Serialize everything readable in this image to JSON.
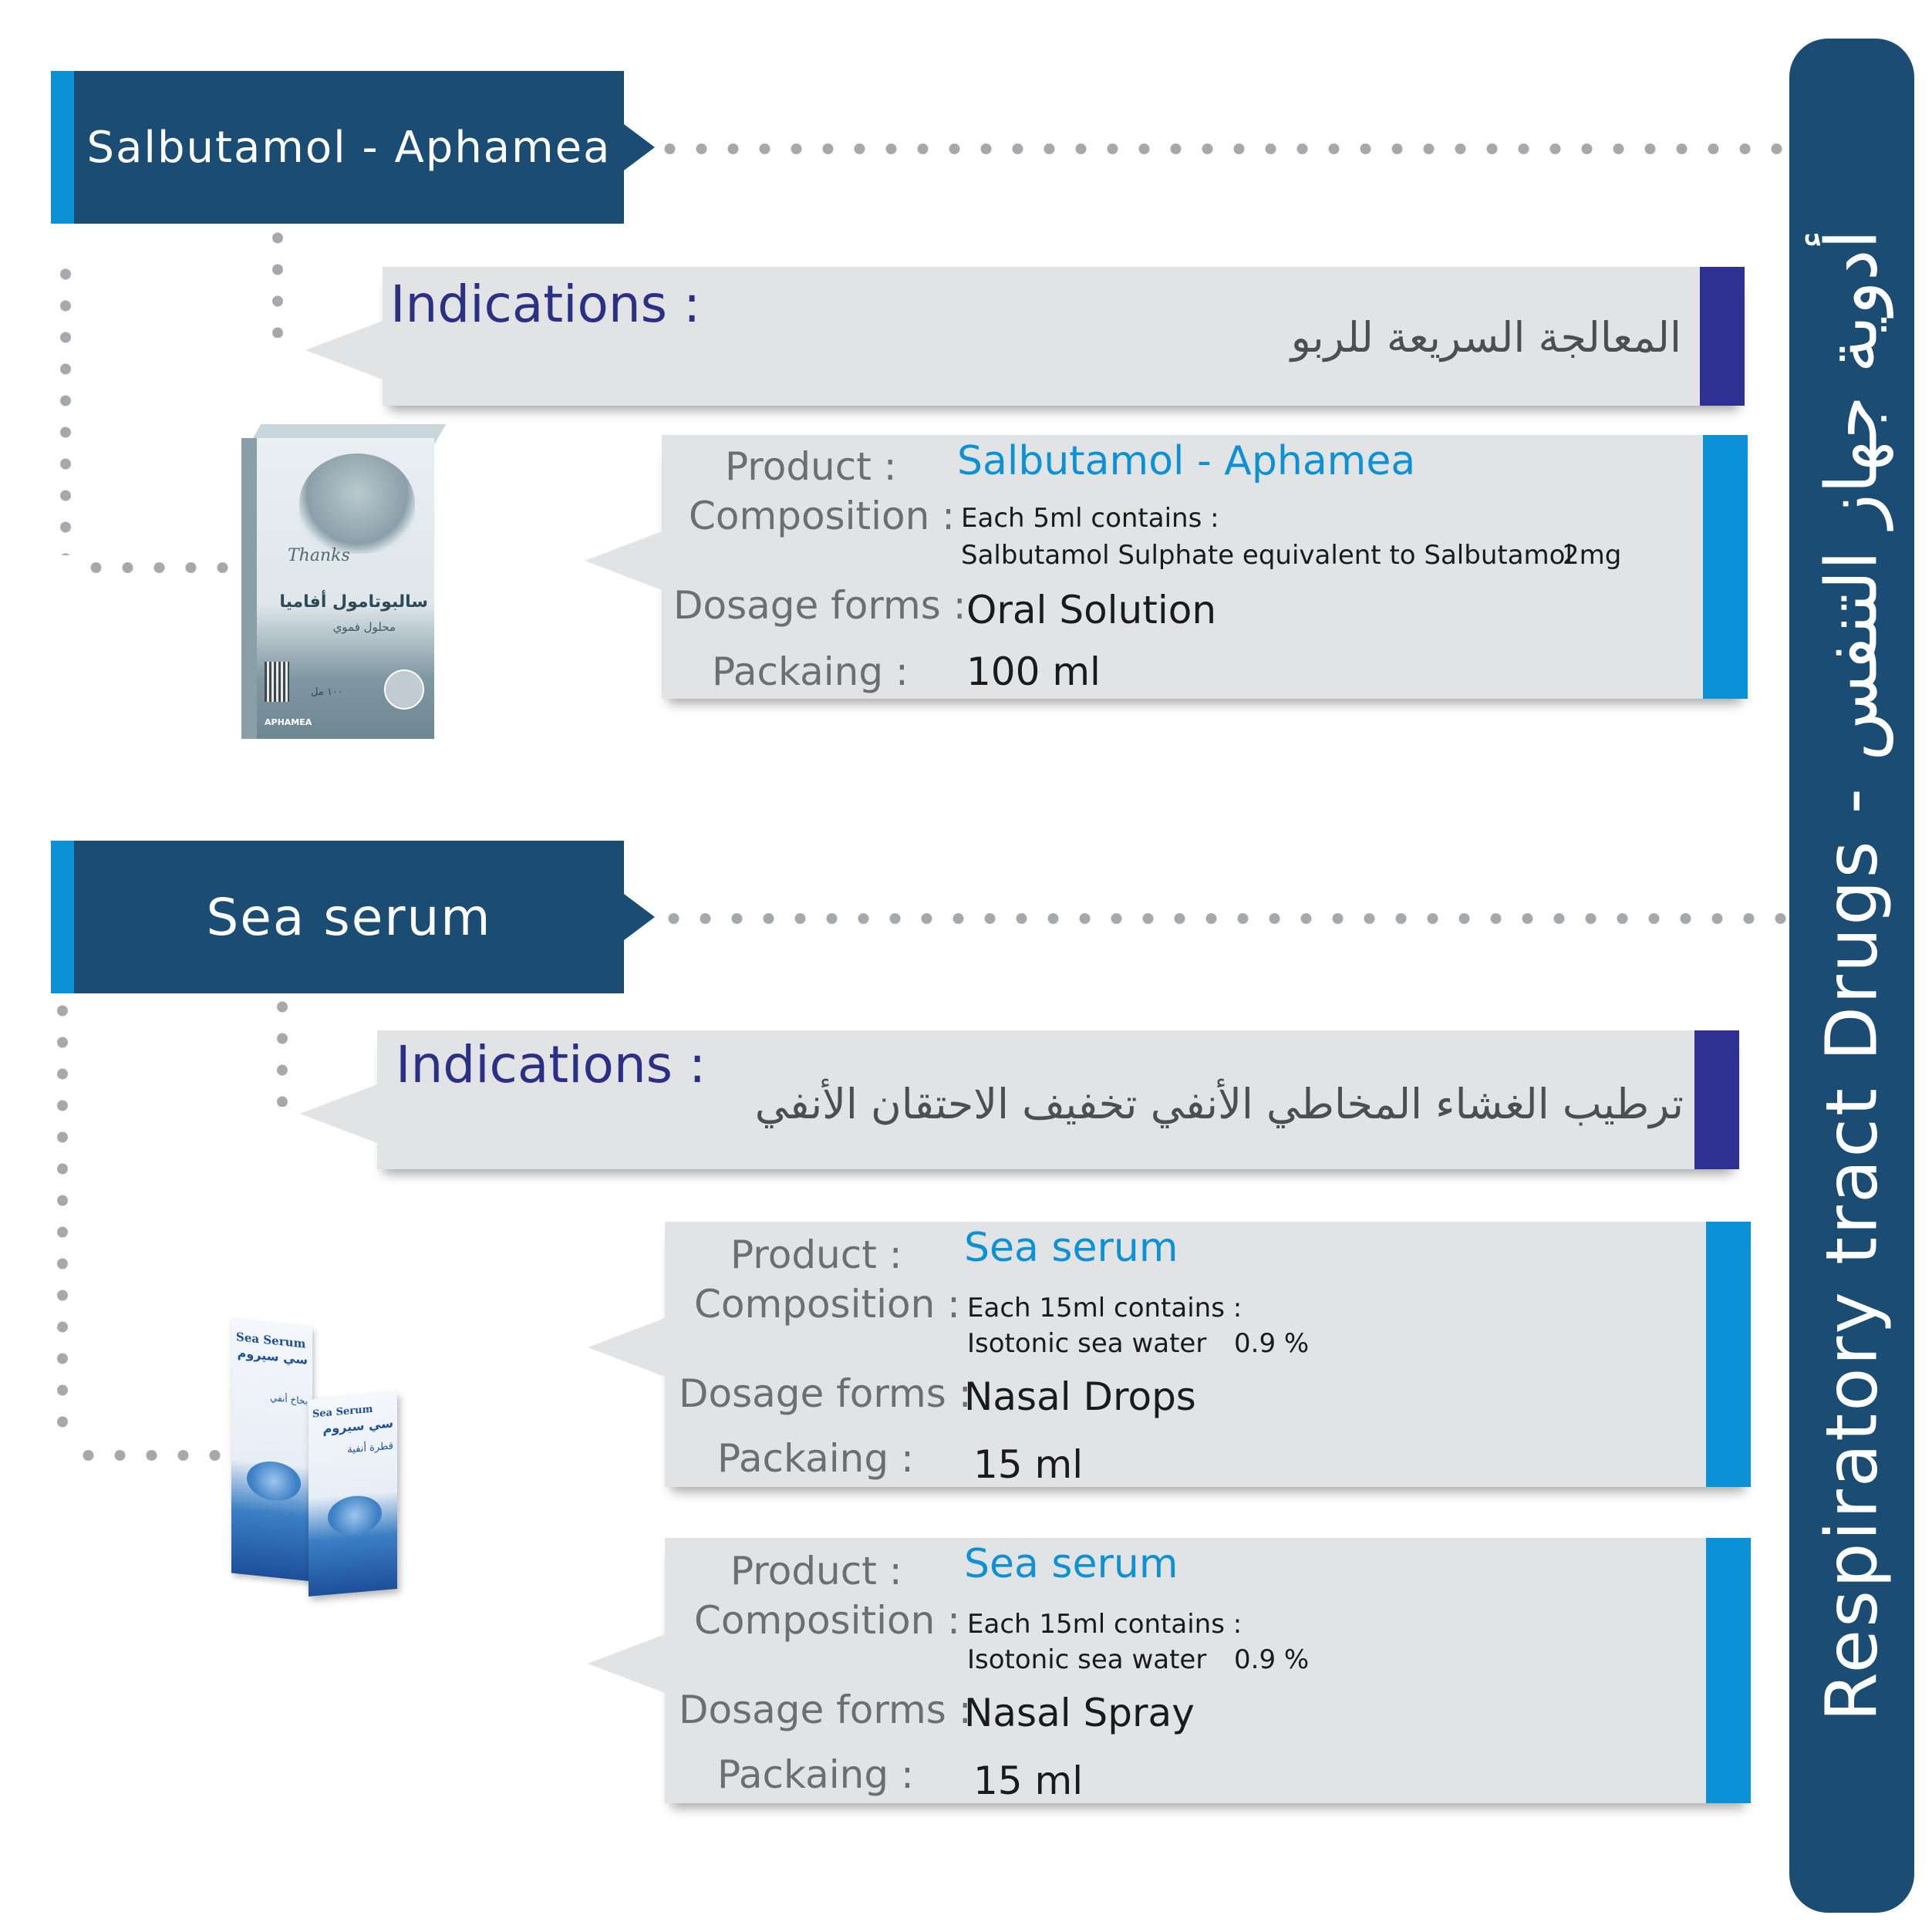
{
  "side_banner": {
    "title": "Respiratory tract Drugs - أدوية جهاز التنفس"
  },
  "products": [
    {
      "header": "Salbutamol - Aphamea",
      "indications_label": "Indications :",
      "indications_text": "المعالجة السريعة للربو",
      "box": {
        "arabic_name": "سالبوتامول أفاميا",
        "arabic_form": "محلول فموي",
        "volume_ar": "١٠٠ مل",
        "brand": "APHAMEA",
        "thanks": "Thanks"
      },
      "cards": [
        {
          "product_label": "Product :",
          "product_value": "Salbutamol - Aphamea",
          "composition_label": "Composition :",
          "composition_line1": "Each 5ml contains :",
          "composition_line2": "Salbutamol Sulphate equivalent to Salbutamol",
          "composition_amount": "2mg",
          "dosage_label": "Dosage forms :",
          "dosage_value": "Oral Solution",
          "packaging_label": "Packaing :",
          "packaging_value": "100 ml"
        }
      ]
    },
    {
      "header": "Sea serum",
      "indications_label": "Indications :",
      "indications_text": "ترطيب الغشاء المخاطي الأنفي تخفيف الاحتقان الأنفي",
      "box": {
        "arabic_name": "سي سيروم",
        "label_en": "Sea Serum",
        "spray_ar": "بخاخ أنفي",
        "drops_ar": "قطرة أنفية"
      },
      "cards": [
        {
          "product_label": "Product :",
          "product_value": "Sea serum",
          "composition_label": "Composition :",
          "composition_line1": "Each 15ml contains :",
          "composition_line2": "Isotonic sea water",
          "composition_amount": "0.9 %",
          "dosage_label": "Dosage forms :",
          "dosage_value": "Nasal Drops",
          "packaging_label": "Packaing :",
          "packaging_value": "15 ml"
        },
        {
          "product_label": "Product :",
          "product_value": "Sea serum",
          "composition_label": "Composition :",
          "composition_line1": "Each 15ml contains :",
          "composition_line2": "Isotonic sea water",
          "composition_amount": "0.9 %",
          "dosage_label": "Dosage forms :",
          "dosage_value": "Nasal Spray",
          "packaging_label": "Packaing :",
          "packaging_value": "15 ml"
        }
      ]
    }
  ],
  "colors": {
    "navy": "#1b4c74",
    "accent_blue": "#0b91d6",
    "indigo": "#2e3192",
    "panel_grey": "#e2e3e5",
    "dots": "#a7a8ac"
  }
}
